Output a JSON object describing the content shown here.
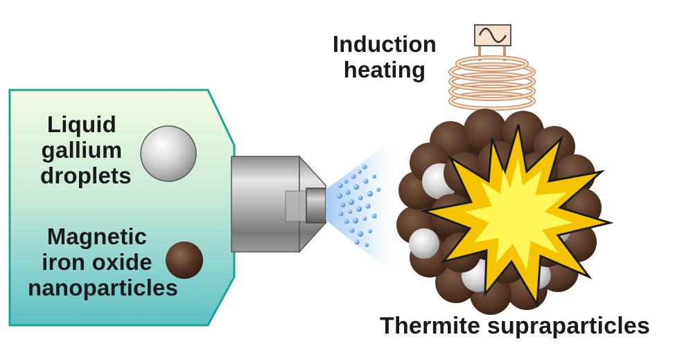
{
  "labels": {
    "gallium": [
      "Liquid",
      "gallium",
      "droplets"
    ],
    "iron_oxide": [
      "Magnetic",
      "iron oxide",
      "nanoparticles"
    ],
    "induction": [
      "Induction",
      "heating"
    ],
    "thermite": "Thermite supraparticles"
  },
  "icons": {
    "chamber": "spray-chamber-icon",
    "nozzle": "nozzle-icon",
    "spray": "spray-mist-icon",
    "gallium_droplet": "gallium-droplet-icon",
    "iron_particle": "iron-oxide-particle-icon",
    "coil": "induction-coil-icon",
    "ac_source": "ac-source-icon",
    "supraparticle": "supraparticle-icon",
    "explosion": "explosion-icon"
  },
  "colors": {
    "chamber_border": "#1aa58f",
    "chamber_top": "#f3fbe2",
    "chamber_bottom": "#5ec3c8",
    "coil": "#e8b38e",
    "coil_fill": "#f7e0cc",
    "iron_oxide": "#5a3a2a",
    "gallium": "#cfcfcf",
    "spray_dot": "#3a8fd8",
    "explosion_outer": "#f5c400",
    "explosion_inner": "#fff65a"
  }
}
